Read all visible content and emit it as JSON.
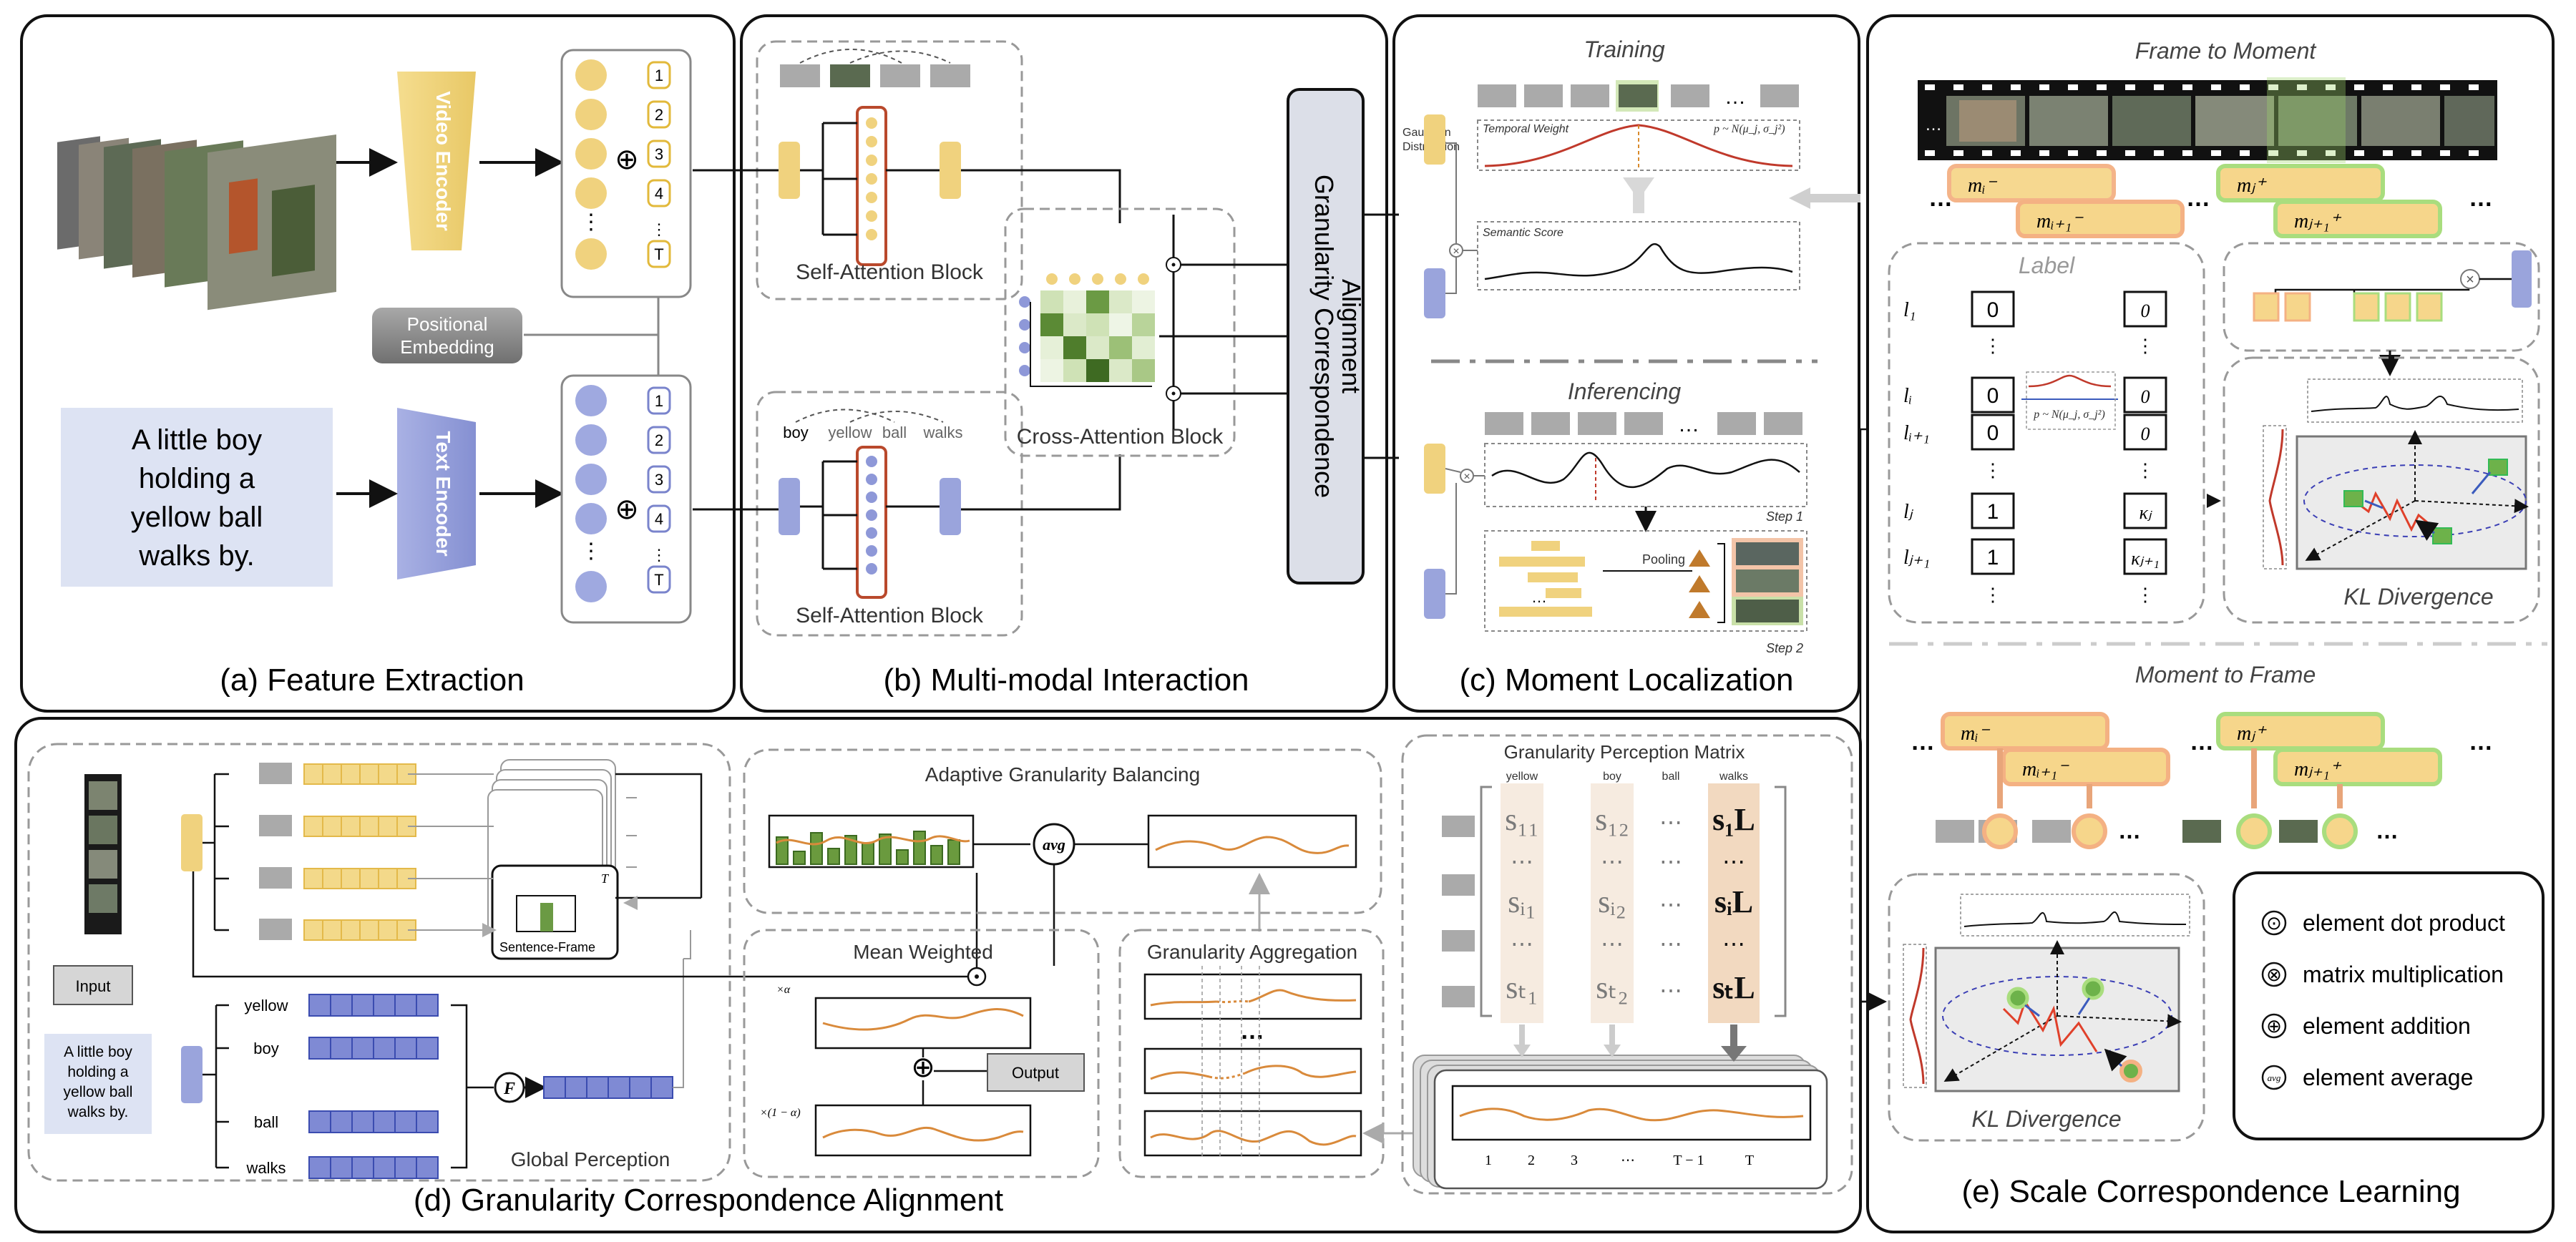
{
  "panels": {
    "a": {
      "caption": "(a) Feature Extraction",
      "video_encoder": "Video Encoder",
      "text_encoder": "Text Encoder",
      "positional_embedding": [
        "Positional",
        "Embedding"
      ],
      "query_text": [
        "A little boy",
        "holding a",
        "yellow ball",
        "walks by."
      ],
      "tokens": [
        "1",
        "2",
        "3",
        "4",
        "⋮",
        "T"
      ]
    },
    "b": {
      "caption": "(b) Multi-modal Interaction",
      "self_attention": "Self-Attention Block",
      "cross_attention": "Cross-Attention Block",
      "gca": [
        "Granularity Correspondence",
        "Alignment"
      ],
      "words": [
        "boy",
        "yellow",
        "ball",
        "walks"
      ]
    },
    "c": {
      "caption": "(c) Moment Localization",
      "training": "Training",
      "inferencing": "Inferencing",
      "gaussian": [
        "Gaussian",
        "Distribution"
      ],
      "temporal_weight": "Temporal Weight",
      "semantic_score": "Semantic Score",
      "pooling": "Pooling",
      "step1": "Step 1",
      "step2": "Step 2",
      "formula": "p ~ N(μ_j, σ_j²)"
    },
    "d": {
      "caption": "(d) Granularity Correspondence Alignment",
      "input": "Input",
      "query_text": [
        "A little boy",
        "holding a",
        "yellow ball",
        "walks by."
      ],
      "sentence_frame": "Sentence-Frame",
      "global_perception": "Global Perception",
      "adaptive": "Adaptive Granularity Balancing",
      "avg": "avg",
      "mean_weighted": "Mean Weighted",
      "output": "Output",
      "granularity_aggregation": "Granularity Aggregation",
      "gpm": "Granularity Perception Matrix",
      "gpm_cols": [
        "yellow",
        "boy",
        "ball",
        "walks"
      ],
      "words": [
        "yellow",
        "boy",
        "ball",
        "walks"
      ],
      "alpha": "×α",
      "one_minus_alpha": "×(1 − α)",
      "t_axis": [
        "1",
        "2",
        "3",
        "⋯",
        "T − 1",
        "T"
      ],
      "matrix": [
        [
          "s₁₁",
          "s₁₂",
          "⋯",
          "s₁L"
        ],
        [
          "⋯",
          "⋯",
          "⋯",
          "⋯"
        ],
        [
          "sᵢ₁",
          "sᵢ₂",
          "⋯",
          "sᵢL"
        ],
        [
          "⋯",
          "⋯",
          "⋯",
          "⋯"
        ],
        [
          "sₜ₁",
          "sₜ₂",
          "⋯",
          "sₜL"
        ]
      ]
    },
    "e": {
      "caption": "(e) Scale Correspondence Learning",
      "frame_to_moment": "Frame to Moment",
      "moment_to_frame": "Moment to Frame",
      "label": "Label",
      "kl": "KL Divergence",
      "row_labels": [
        "l₁",
        "⋮",
        "lᵢ",
        "lᵢ₊₁",
        "⋮",
        "lⱼ",
        "lⱼ₊₁",
        "⋮"
      ],
      "left_vec": [
        "0",
        "⋮",
        "0",
        "0",
        "⋮",
        "1",
        "1",
        "⋮"
      ],
      "right_vec": [
        "0",
        "⋮",
        "0",
        "0",
        "⋮",
        "κⱼ",
        "κⱼ₊₁",
        "⋮"
      ],
      "moments": [
        "mᵢ⁻",
        "mᵢ₊₁⁻",
        "mⱼ⁺",
        "mⱼ₊₁⁺"
      ],
      "ellipsis": "…"
    }
  },
  "legend": [
    {
      "symbol": "⊙",
      "label": "element dot product"
    },
    {
      "symbol": "⊗",
      "label": "matrix multiplication"
    },
    {
      "symbol": "⊕",
      "label": "element  addition"
    },
    {
      "symbol": "avg",
      "label": "element average"
    }
  ],
  "colors": {
    "yellow": "#f3d98a",
    "blue": "#9aa4dc",
    "green": "#5e8a3a",
    "orange": "#e0883a",
    "red": "#c0392b",
    "gray": "#8a8a8a"
  }
}
